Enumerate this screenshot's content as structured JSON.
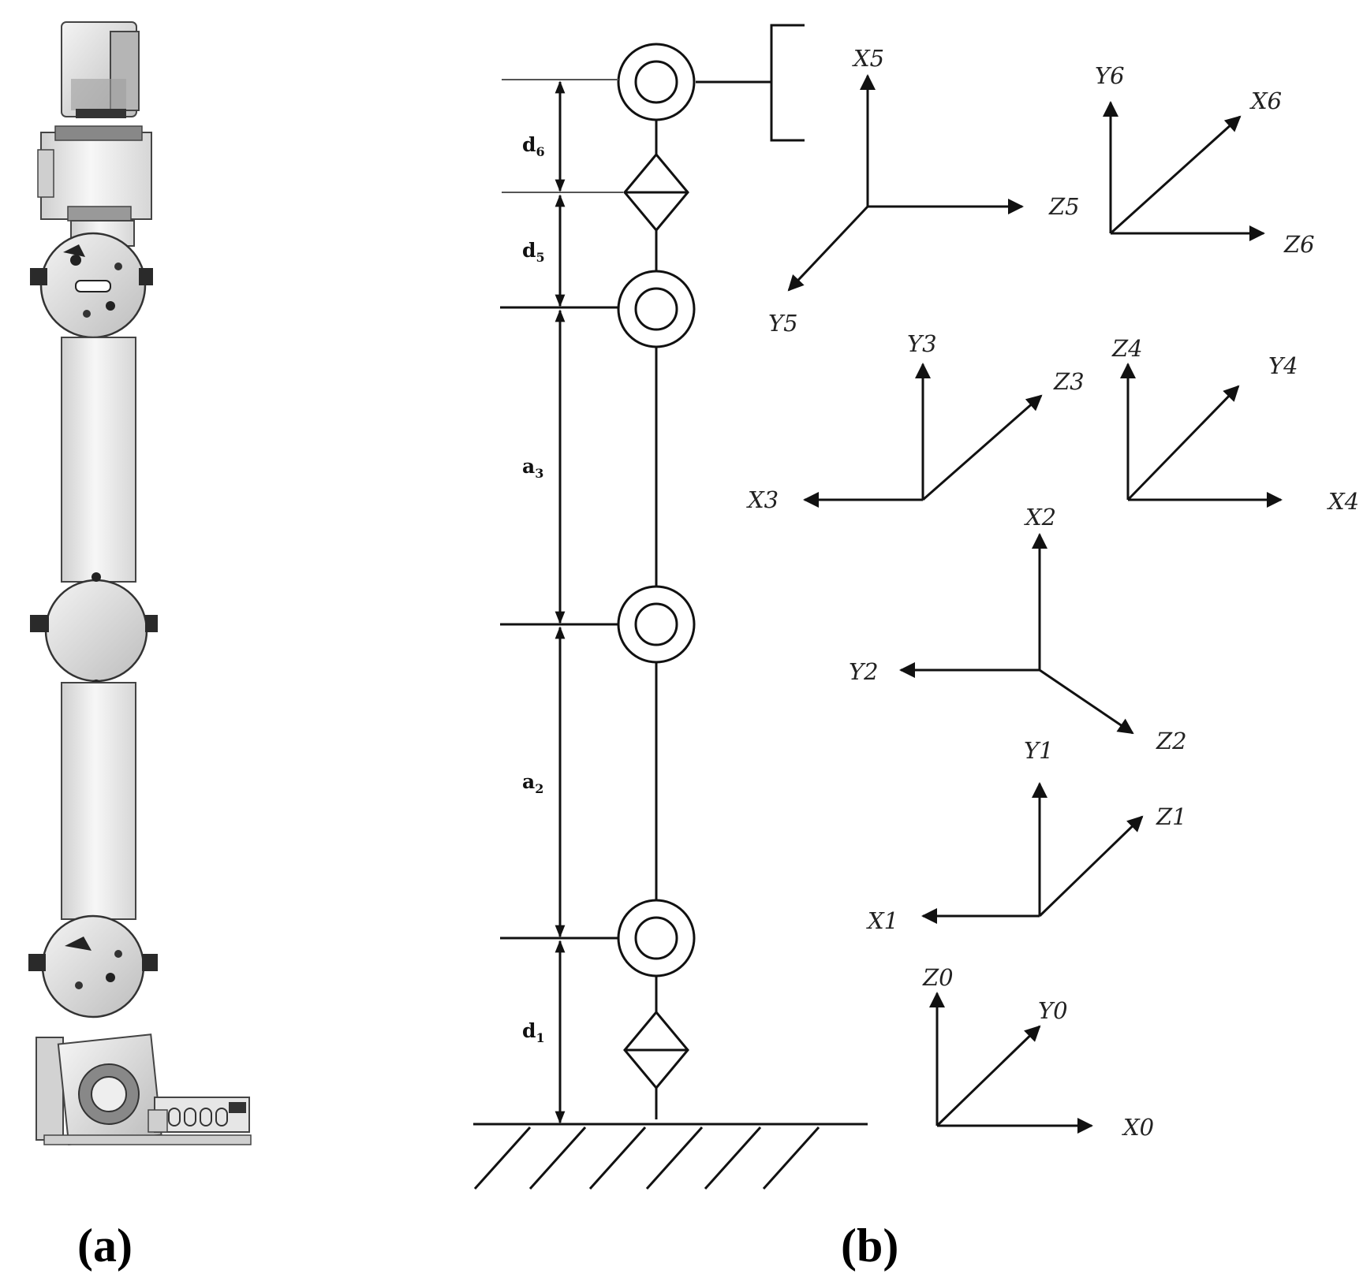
{
  "panels": {
    "a": "(a)",
    "b": "(b)"
  },
  "dimensions": {
    "d6": {
      "base": "d",
      "sub": "6"
    },
    "d5": {
      "base": "d",
      "sub": "5"
    },
    "a3": {
      "base": "a",
      "sub": "3"
    },
    "a2": {
      "base": "a",
      "sub": "2"
    },
    "d1": {
      "base": "d",
      "sub": "1"
    }
  },
  "frames": {
    "f5": {
      "x": "X5",
      "y": "Y5",
      "z": "Z5"
    },
    "f6": {
      "x": "X6",
      "y": "Y6",
      "z": "Z6"
    },
    "f3": {
      "x": "X3",
      "y": "Y3",
      "z": "Z3"
    },
    "f4": {
      "x": "X4",
      "y": "Y4",
      "z": "Z4"
    },
    "f2": {
      "x": "X2",
      "y": "Y2",
      "z": "Z2"
    },
    "f1": {
      "x": "X1",
      "y": "Y1",
      "z": "Z1"
    },
    "f0": {
      "x": "X0",
      "y": "Y0",
      "z": "Z0"
    }
  },
  "colors": {
    "line": "#111111",
    "robot_body": "#e9e9e9",
    "robot_dark": "#2a2a2a"
  }
}
